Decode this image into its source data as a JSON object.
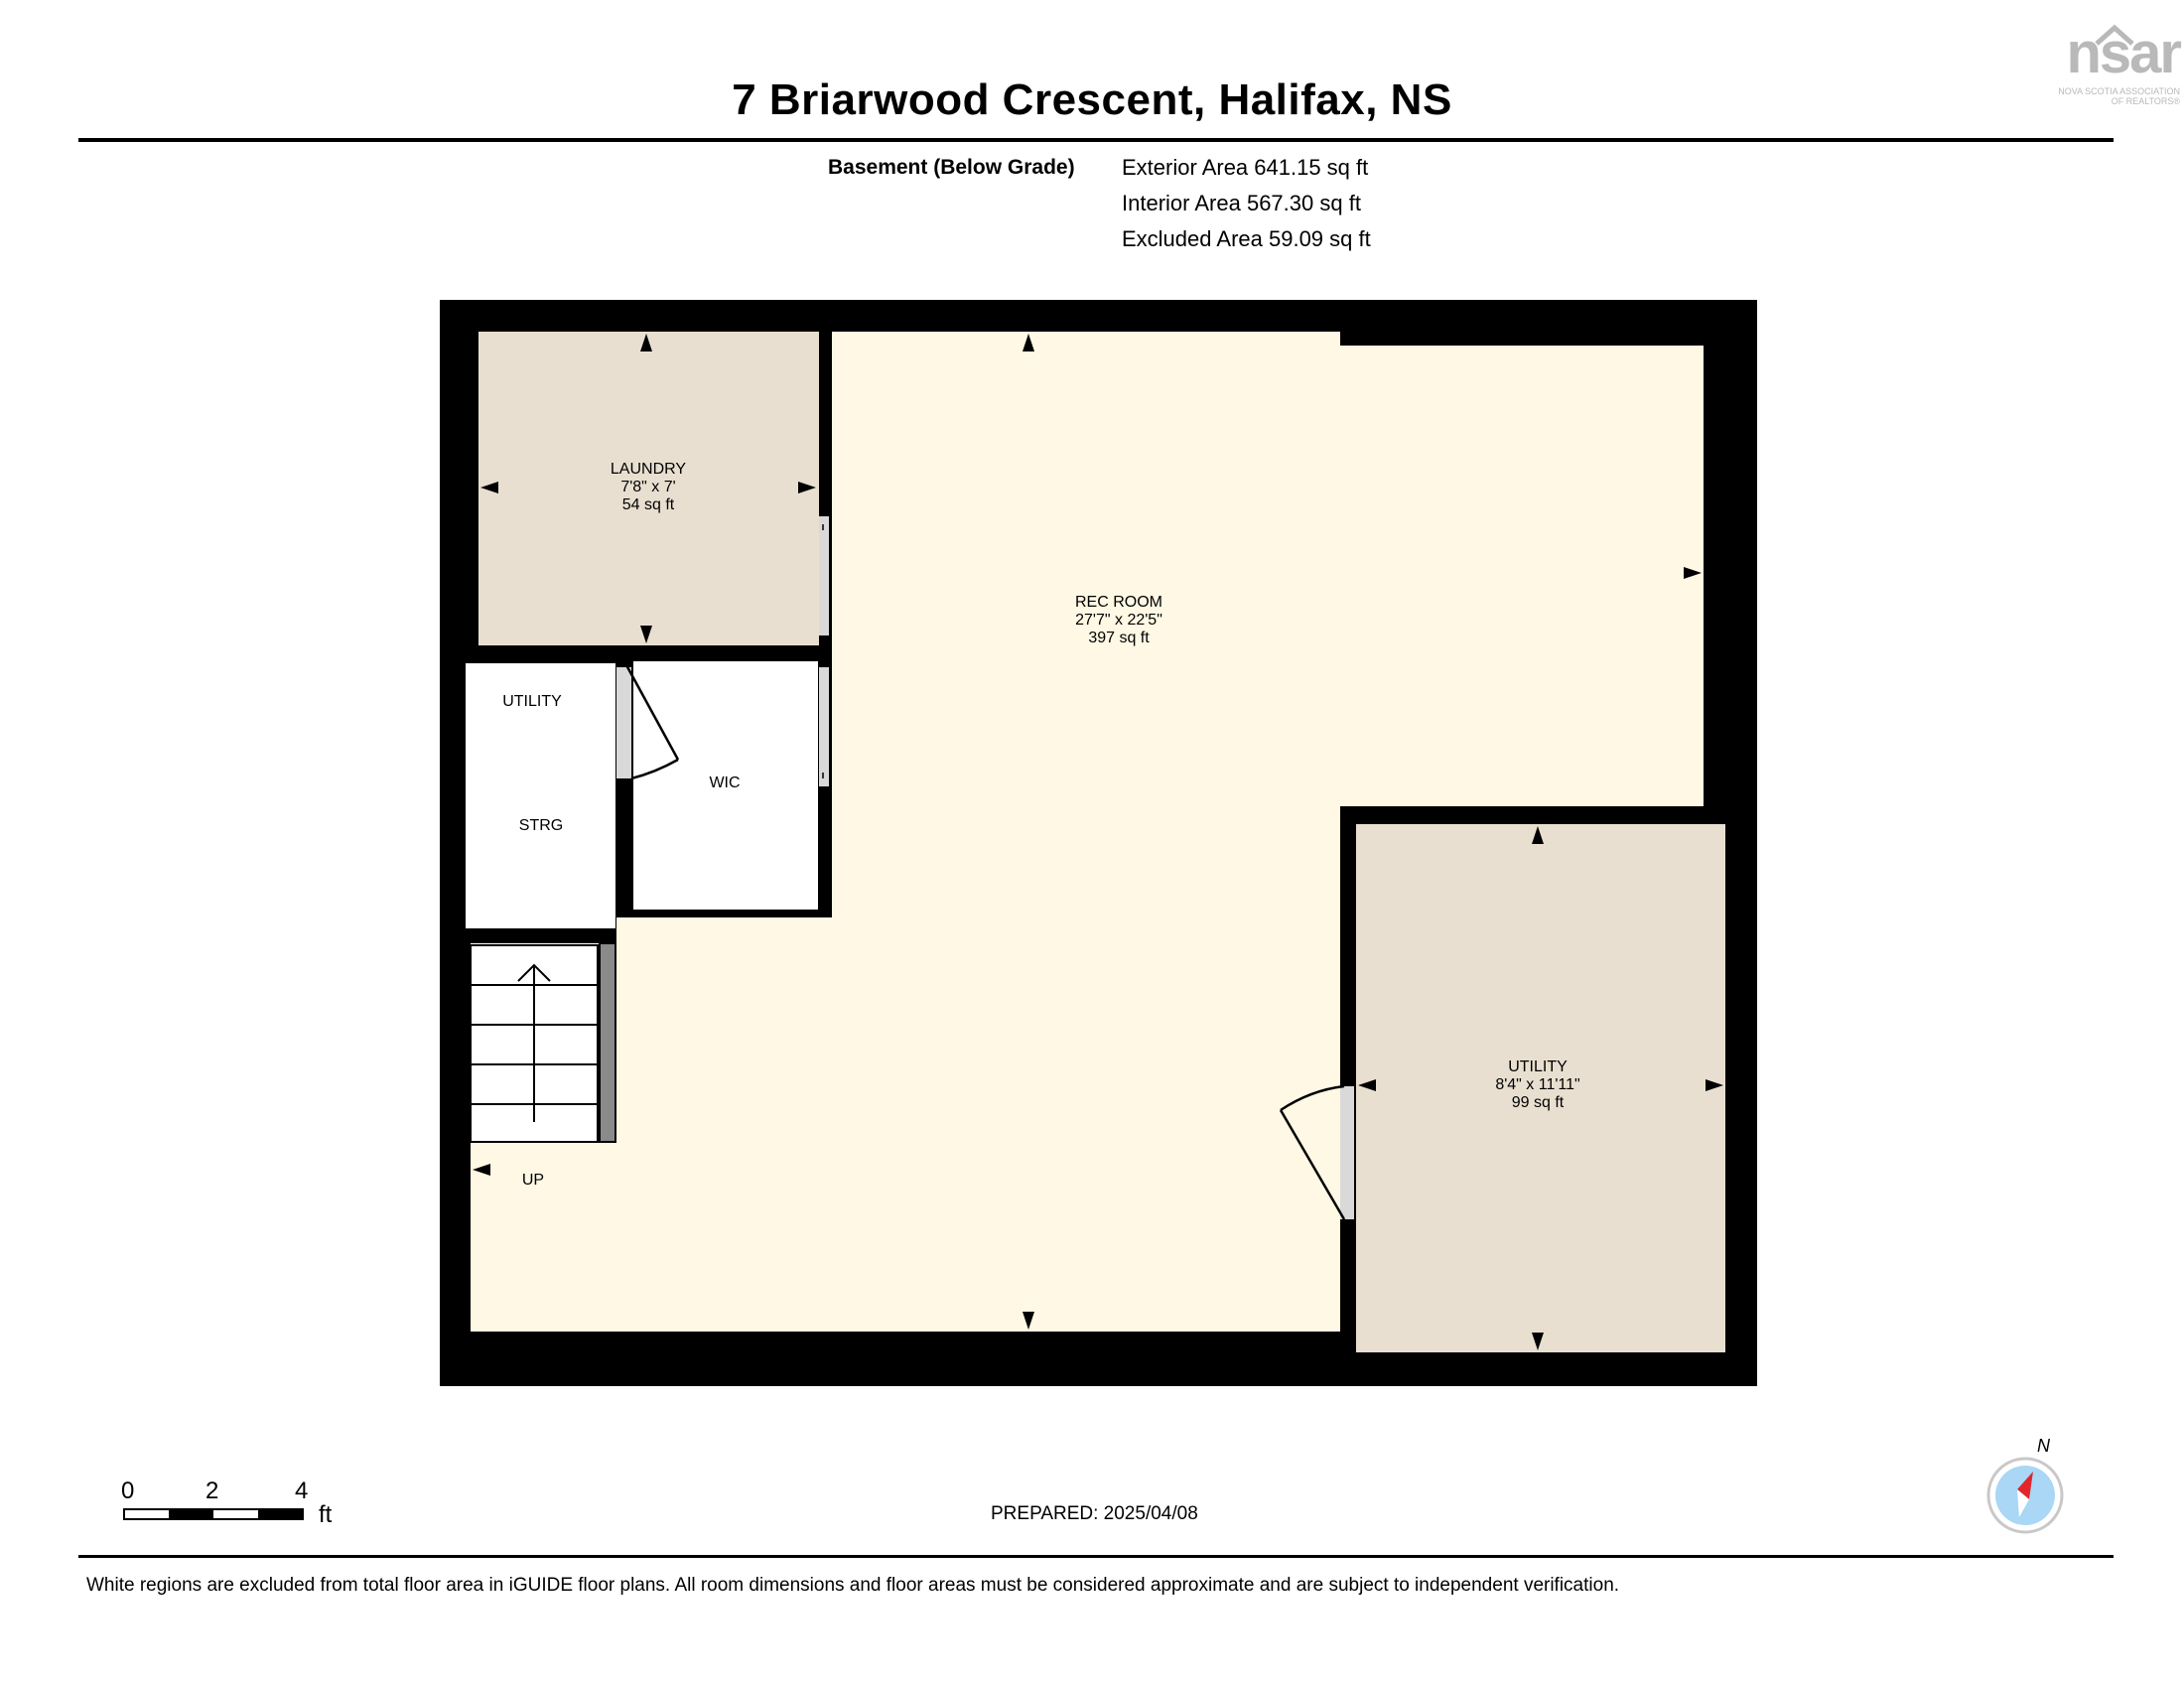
{
  "header": {
    "title": "7 Briarwood Crescent, Halifax, NS",
    "logo": {
      "text": "nsar",
      "sub1": "NOVA SCOTIA ASSOCIATION",
      "sub2": "OF REALTORS®",
      "icon": "house-roof-icon"
    }
  },
  "summary": {
    "level_label": "Basement (Below Grade)",
    "exterior": "Exterior Area 641.15 sq ft",
    "interior": "Interior Area 567.30 sq ft",
    "excluded": "Excluded Area 59.09 sq ft"
  },
  "rooms": {
    "laundry": {
      "name": "LAUNDRY",
      "dims": "7'8\" x 7'",
      "area": "54 sq ft"
    },
    "rec_room": {
      "name": "REC ROOM",
      "dims": "27'7\" x 22'5\"",
      "area": "397 sq ft"
    },
    "utility_large": {
      "name": "UTILITY",
      "dims": "8'4\" x 11'11\"",
      "area": "99 sq ft"
    },
    "utility_small": {
      "name": "UTILITY"
    },
    "strg": {
      "name": "STRG"
    },
    "wic": {
      "name": "WIC"
    },
    "stairs": {
      "name": "UP"
    }
  },
  "colors": {
    "wall": "#000000",
    "rec_floor": "#fef8e4",
    "room_floor": "#e8dfd0",
    "excluded_floor": "#ffffff",
    "door": "#d9d9d9",
    "compass_red": "#e3262b",
    "compass_blue": "#a9d7f5"
  },
  "scale": {
    "labels": [
      "0",
      "2",
      "4"
    ],
    "unit": "ft"
  },
  "compass": {
    "label": "N"
  },
  "prepared": "PREPARED: 2025/04/08",
  "footer": "White regions are excluded from total floor area in iGUIDE floor plans. All room dimensions and floor areas must be considered approximate and are subject to independent verification."
}
